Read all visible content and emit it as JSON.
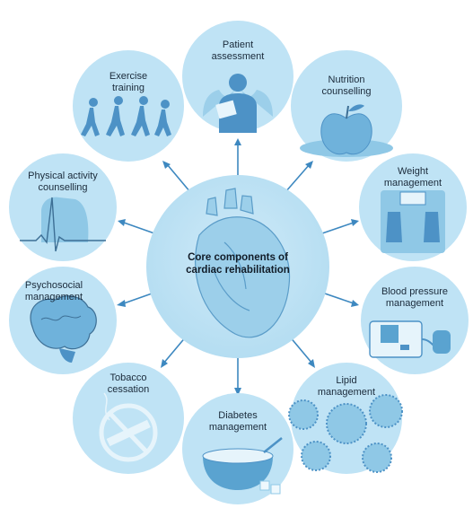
{
  "center": {
    "title": "Core components of\ncardiac rehabilitation"
  },
  "components": [
    {
      "id": "patient-assessment",
      "label": "Patient\nassessment",
      "icon": "patient-icon"
    },
    {
      "id": "nutrition-counselling",
      "label": "Nutrition\ncounselling",
      "icon": "apple-icon"
    },
    {
      "id": "weight-management",
      "label": "Weight\nmanagement",
      "icon": "scale-icon"
    },
    {
      "id": "blood-pressure-management",
      "label": "Blood pressure\nmanagement",
      "icon": "bp-monitor-icon"
    },
    {
      "id": "lipid-management",
      "label": "Lipid\nmanagement",
      "icon": "lipid-icon"
    },
    {
      "id": "diabetes-management",
      "label": "Diabetes\nmanagement",
      "icon": "sugar-bowl-icon"
    },
    {
      "id": "tobacco-cessation",
      "label": "Tobacco\ncessation",
      "icon": "no-smoking-icon"
    },
    {
      "id": "psychosocial-management",
      "label": "Psychosocial\nmanagement",
      "icon": "brain-icon"
    },
    {
      "id": "physical-activity-counselling",
      "label": "Physical activity\ncounselling",
      "icon": "ecg-icon"
    },
    {
      "id": "exercise-training",
      "label": "Exercise\ntraining",
      "icon": "runners-icon"
    }
  ],
  "colors": {
    "circle": "#bfe3f5",
    "circle_dark": "#8fc8e6",
    "accent": "#5aa3d0",
    "line": "#3d88c0"
  }
}
